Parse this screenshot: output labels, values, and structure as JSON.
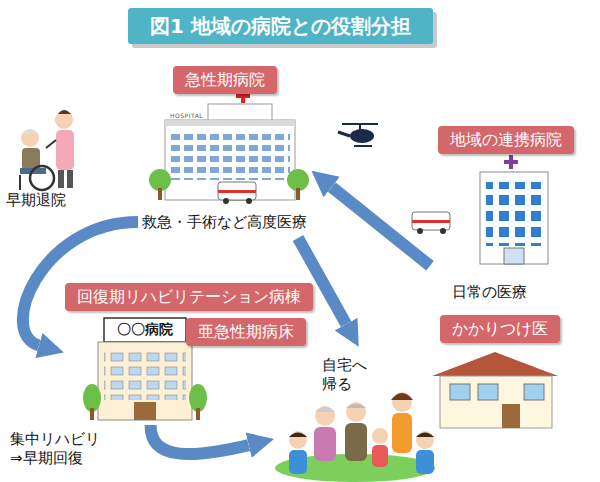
{
  "diagram": {
    "title": "図1 地域の病院との役割分担",
    "nodes": [
      {
        "text": [
          "急性期病院",
          "救急・手術など高度医療"
        ]
      },
      {
        "text": [
          "地域の連携病院",
          "日常の医療"
        ]
      },
      {
        "text": [
          "回復期リハビリテーション病棟",
          "亜急性期病床"
        ]
      },
      {
        "text": [
          "自宅へ 帰る"
        ]
      },
      {
        "text": [
          "かかりつけ医"
        ]
      }
    ],
    "edges": [
      {
        "from": 0,
        "to": 2,
        "arrow": "to",
        "label": "早期退院"
      },
      {
        "from": 0,
        "to": 3,
        "arrow": "to"
      },
      {
        "from": 2,
        "to": 3,
        "arrow": "to"
      },
      {
        "from": 1,
        "to": 0,
        "arrow": "to"
      }
    ],
    "labels": [
      "HOSPITAL",
      "〇〇病院",
      "集中リハビリ ⇒早期回復"
    ]
  }
}
